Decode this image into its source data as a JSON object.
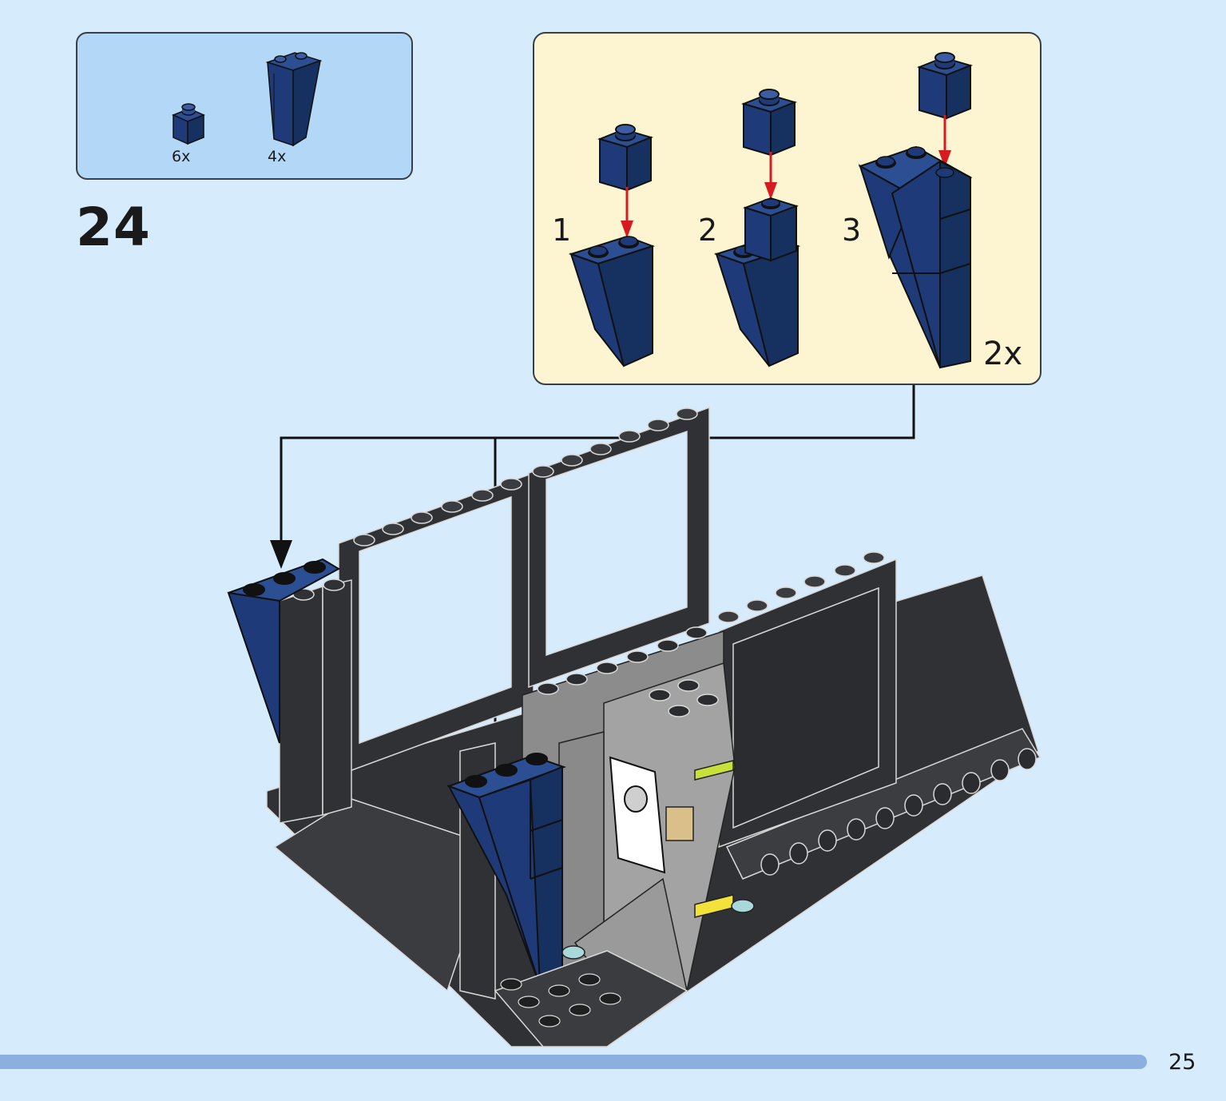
{
  "parts_list": {
    "items": [
      {
        "icon": "brick-1x1-icon",
        "quantity": "6x",
        "color": "#1e3a78"
      },
      {
        "icon": "slope-brick-icon",
        "quantity": "4x",
        "color": "#1e3a78"
      }
    ]
  },
  "step": {
    "number": "24"
  },
  "subassembly": {
    "sub_steps": [
      "1",
      "2",
      "3"
    ],
    "multiplier": "2x"
  },
  "colors": {
    "page_background": "#d6ecfd",
    "parts_box": "#b3d8f7",
    "subassembly_box": "#fdf5d2",
    "brick_blue": "#1e3a78",
    "brick_dark": "#2f3134",
    "brick_gray": "#8c8c8c",
    "arrow_red": "#d71920",
    "progress_bar": "#8bb0e0"
  },
  "footer": {
    "page_number": "25"
  }
}
